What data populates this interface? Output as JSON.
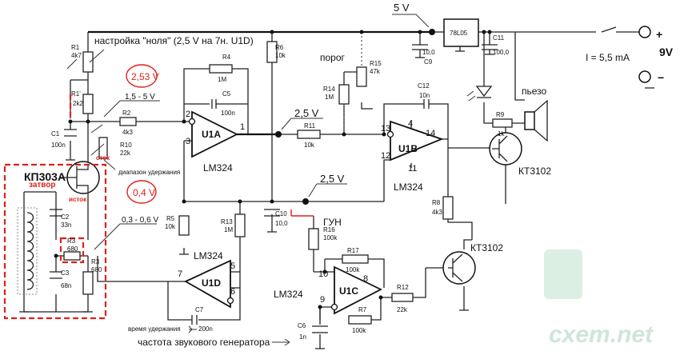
{
  "labels": {
    "zero_setting": "настройка \"ноля\" (2,5 V на 7н. U1D)",
    "v_2_53": "2,53 V",
    "v_range_1": "1,5 - 5 V",
    "v_2_5_a": "2,5 V",
    "v_2_5_b": "2,5 V",
    "v_0_4": "0,4 V",
    "v_range_2": "0,3 - 0,6 V",
    "v_5": "5 V",
    "porog": "порог",
    "gun": "ГУН",
    "piezo": "пьезо",
    "current": "I = 5,5 mA",
    "batt": "9V",
    "plus": "+",
    "minus": "−",
    "hold_range": "диапазон удержания",
    "hold_time": "время удержания",
    "sound_freq": "частота звукового генератора",
    "kp303": "КП303А",
    "gate": "затвор",
    "drain": "сток",
    "source": "исток",
    "watermark": "cxem.net"
  },
  "parts": {
    "R1": {
      "ref": "R1",
      "val": "4k7"
    },
    "R1b": {
      "ref": "R1'",
      "val": "2k2"
    },
    "R2": {
      "ref": "R2",
      "val": "4k3"
    },
    "R3": {
      "ref": "R3",
      "val": "680"
    },
    "R3b": {
      "ref": "R3",
      "val": "680"
    },
    "R4": {
      "ref": "R4",
      "val": "1M"
    },
    "R5": {
      "ref": "R5",
      "val": "10k"
    },
    "R6": {
      "ref": "R6",
      "val": "10k"
    },
    "R7": {
      "ref": "R7",
      "val": "100k"
    },
    "R8": {
      "ref": "R8",
      "val": "4k3"
    },
    "R9": {
      "ref": "R9",
      "val": "1k"
    },
    "R10": {
      "ref": "R10",
      "val": "22k"
    },
    "R11": {
      "ref": "R11",
      "val": "10k"
    },
    "R12": {
      "ref": "R12",
      "val": "22k"
    },
    "R13": {
      "ref": "R13",
      "val": "1M"
    },
    "R14": {
      "ref": "R14",
      "val": "1M"
    },
    "R15": {
      "ref": "R15",
      "val": "47k"
    },
    "R16": {
      "ref": "R16",
      "val": "100k"
    },
    "R17": {
      "ref": "R17",
      "val": "100k"
    },
    "C1": {
      "ref": "C1",
      "val": "100n"
    },
    "C2": {
      "ref": "C2",
      "val": "33n"
    },
    "C3": {
      "ref": "C3",
      "val": "68n"
    },
    "C5": {
      "ref": "C5",
      "val": "100n"
    },
    "C6": {
      "ref": "C6",
      "val": "1n"
    },
    "C7": {
      "ref": "C7",
      "val": "200n"
    },
    "C9": {
      "ref": "C9",
      "val": "10,0"
    },
    "C10": {
      "ref": "C10",
      "val": "10,0"
    },
    "C11": {
      "ref": "C11",
      "val": "100,0"
    },
    "C12": {
      "ref": "C12",
      "val": "10n"
    },
    "REG": {
      "ref": "78L05"
    },
    "T1": {
      "ref": "КТ3102"
    },
    "T2": {
      "ref": "КТ3102"
    }
  },
  "opamps": {
    "A": {
      "name": "U1A",
      "chip": "LM324",
      "p_inv": "2",
      "p_non": "3",
      "p_out": "1"
    },
    "B": {
      "name": "U1B",
      "chip": "LM324",
      "p_inv": "13",
      "p_non": "12",
      "p_out": "14",
      "p_vcc": "4",
      "p_gnd": "11"
    },
    "C": {
      "name": "U1C",
      "chip": "LM324",
      "p_inv": "9",
      "p_non": "10",
      "p_out": "8"
    },
    "D": {
      "name": "U1D",
      "chip": "LM324",
      "p_inv": "6",
      "p_non": "5",
      "p_out": "7"
    }
  }
}
